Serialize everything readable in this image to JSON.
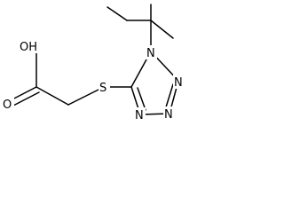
{
  "molecule": {
    "atom_labels": {
      "hydroxyl": "OH",
      "carbonyl_oxygen": "O",
      "sulfur": "S",
      "n1": "N",
      "n2": "N",
      "n3": "N",
      "n4": "N"
    },
    "colors": {
      "bond": "#000000",
      "text": "#000000",
      "background": "#ffffff"
    }
  }
}
